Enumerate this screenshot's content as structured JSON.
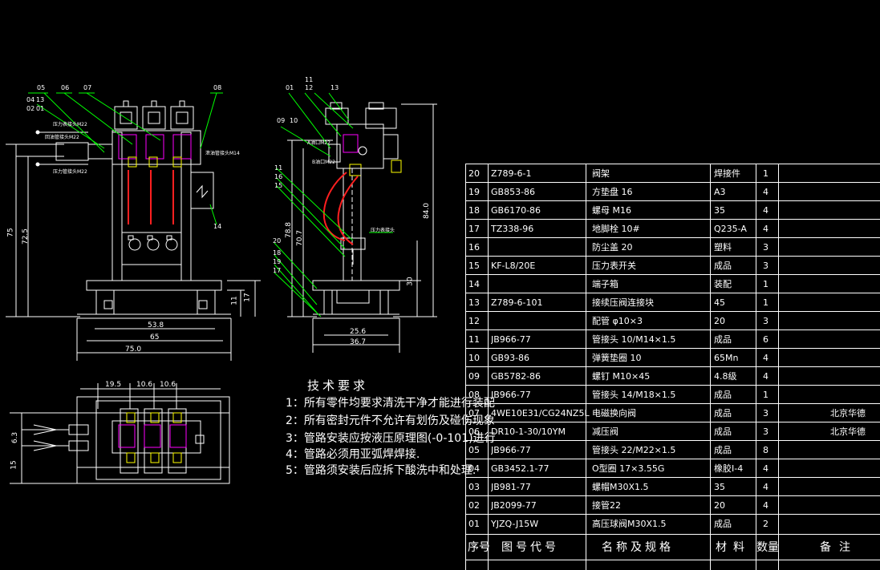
{
  "tech_requirements": {
    "title": "技术要求",
    "lines": [
      "1：所有零件均要求清洗干净才能进行装配",
      "2：所有密封元件不允许有划伤及碰伤现象",
      "3：管路安装应按液压原理图(-0-101)进行",
      "4：管路必须用亚弧焊焊接.",
      "5：管路须安装后应拆下酸洗中和处理."
    ]
  },
  "bom": {
    "headers": [
      "序号",
      "图号代号",
      "名称及规格",
      "材料",
      "数量",
      "备注"
    ],
    "rows": [
      {
        "no": "20",
        "code": "Z789-6-1",
        "name": "阀架",
        "material": "焊接件",
        "qty": "1",
        "note": ""
      },
      {
        "no": "19",
        "code": "GB853-86",
        "name": "方垫盘 16",
        "material": "A3",
        "qty": "4",
        "note": ""
      },
      {
        "no": "18",
        "code": "GB6170-86",
        "name": "螺母 M16",
        "material": "35",
        "qty": "4",
        "note": ""
      },
      {
        "no": "17",
        "code": "TZ338-96",
        "name": "地脚栓 10#",
        "material": "Q235-A",
        "qty": "4",
        "note": ""
      },
      {
        "no": "16",
        "code": "",
        "name": "防尘盖 20",
        "material": "塑料",
        "qty": "3",
        "note": ""
      },
      {
        "no": "15",
        "code": "KF-L8/20E",
        "name": "压力表开关",
        "material": "成品",
        "qty": "3",
        "note": ""
      },
      {
        "no": "14",
        "code": "",
        "name": "端子箱",
        "material": "装配",
        "qty": "1",
        "note": ""
      },
      {
        "no": "13",
        "code": "Z789-6-101",
        "name": "接续压阀连接块",
        "material": "45",
        "qty": "1",
        "note": ""
      },
      {
        "no": "12",
        "code": "",
        "name": "配管 φ10×3",
        "material": "20",
        "qty": "3",
        "note": ""
      },
      {
        "no": "11",
        "code": "JB966-77",
        "name": "管接头 10/M14×1.5",
        "material": "成品",
        "qty": "6",
        "note": ""
      },
      {
        "no": "10",
        "code": "GB93-86",
        "name": "弹簧垫圈 10",
        "material": "65Mn",
        "qty": "4",
        "note": ""
      },
      {
        "no": "09",
        "code": "GB5782-86",
        "name": "螺钉 M10×45",
        "material": "4.8级",
        "qty": "4",
        "note": ""
      },
      {
        "no": "08",
        "code": "JB966-77",
        "name": "管接头 14/M18×1.5",
        "material": "成品",
        "qty": "1",
        "note": ""
      },
      {
        "no": "07",
        "code": "4WE10E31/CG24NZ5L",
        "name": "电磁换向阀",
        "material": "成品",
        "qty": "3",
        "note": "北京华德"
      },
      {
        "no": "06",
        "code": "DR10-1-30/10YM",
        "name": "减压阀",
        "material": "成品",
        "qty": "3",
        "note": "北京华德"
      },
      {
        "no": "05",
        "code": "JB966-77",
        "name": "管接头 22/M22×1.5",
        "material": "成品",
        "qty": "8",
        "note": ""
      },
      {
        "no": "04",
        "code": "GB3452.1-77",
        "name": "O型圈 17×3.55G",
        "material": "橡胶I-4",
        "qty": "4",
        "note": ""
      },
      {
        "no": "03",
        "code": "JB981-77",
        "name": "螺帽M30X1.5",
        "material": "35",
        "qty": "4",
        "note": ""
      },
      {
        "no": "02",
        "code": "JB2099-77",
        "name": "接管22",
        "material": "20",
        "qty": "4",
        "note": ""
      },
      {
        "no": "01",
        "code": "YJZQ-J15W",
        "name": "高压球阀M30X1.5",
        "material": "成品",
        "qty": "2",
        "note": ""
      }
    ]
  },
  "dims": {
    "front": [
      "75",
      "72.5",
      "53.8",
      "65",
      "75.0",
      "11",
      "17"
    ],
    "side": [
      "84.0",
      "70.7",
      "78.8",
      "30",
      "25.6",
      "36.7"
    ],
    "plan": [
      "19.5",
      "10.6",
      "10.6",
      "6.3",
      "15"
    ]
  },
  "callouts": {
    "front": [
      "05",
      "06",
      "07",
      "04",
      "13",
      "02",
      "01",
      "08",
      "14"
    ],
    "side": [
      "11",
      "12",
      "01",
      "13",
      "09",
      "10",
      "11",
      "16",
      "15",
      "20",
      "18",
      "19",
      "17"
    ]
  },
  "notes": {
    "front": [
      "压力表接头M22",
      "回油管接头M22",
      "压力管接头M22",
      "泄油管接头M14"
    ],
    "side": [
      "A油口M22",
      "B油口M22",
      "压力表接头"
    ]
  },
  "colors": {
    "background": "#000000",
    "line": "#ffffff",
    "leader": "#00ff00",
    "cyan": "#00ffff",
    "red": "#ff2020",
    "yellow": "#ffff00",
    "magenta": "#ff00ff"
  }
}
